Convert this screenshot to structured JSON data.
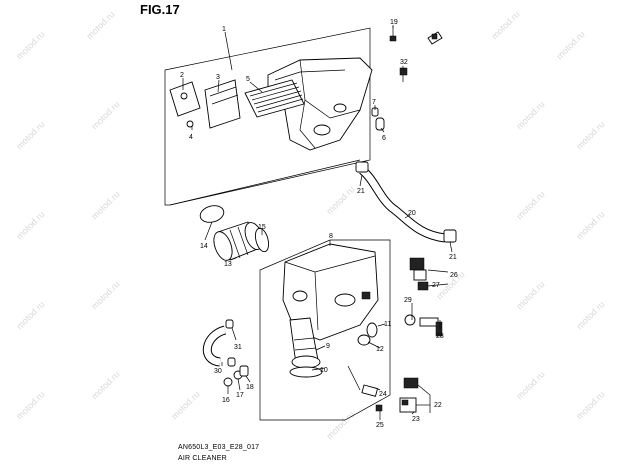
{
  "figure": {
    "title": "FIG.17",
    "code": "AN650L3_E03_E28_017",
    "caption": "AIR CLEANER"
  },
  "watermark": "motod.ru",
  "callouts": [
    "1",
    "2",
    "3",
    "4",
    "5",
    "6",
    "7",
    "8",
    "9",
    "10",
    "11",
    "12",
    "13",
    "14",
    "15",
    "16",
    "17",
    "18",
    "19",
    "20",
    "21",
    "21",
    "22",
    "23",
    "24",
    "25",
    "26",
    "27",
    "28",
    "29",
    "30",
    "31",
    "32"
  ]
}
